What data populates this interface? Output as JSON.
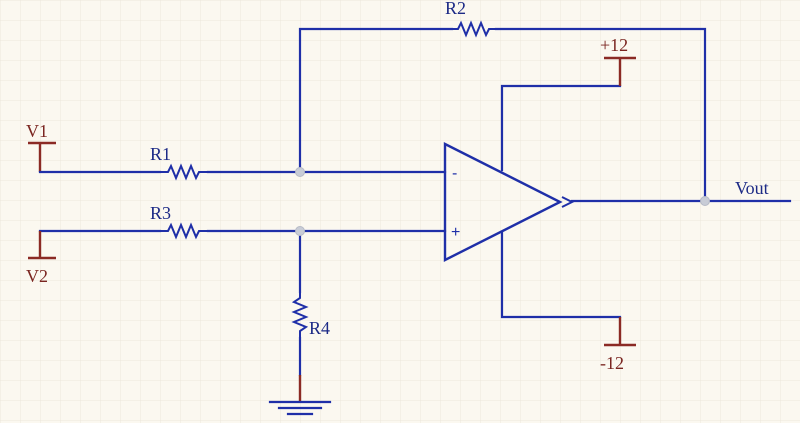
{
  "components": {
    "r1": "R1",
    "r2": "R2",
    "r3": "R3",
    "r4": "R4"
  },
  "ports": {
    "v1": "V1",
    "v2": "V2",
    "vout": "Vout"
  },
  "supplies": {
    "positive": "+12",
    "negative": "-12"
  },
  "opamp": {
    "inverting": "-",
    "non_inverting": "+"
  },
  "colors": {
    "wire": "#1f2fa8",
    "power_symbol": "#8b2a24",
    "background": "#fbf8f0",
    "grid": "#ece7dc",
    "junction": "#c8ccd6"
  }
}
